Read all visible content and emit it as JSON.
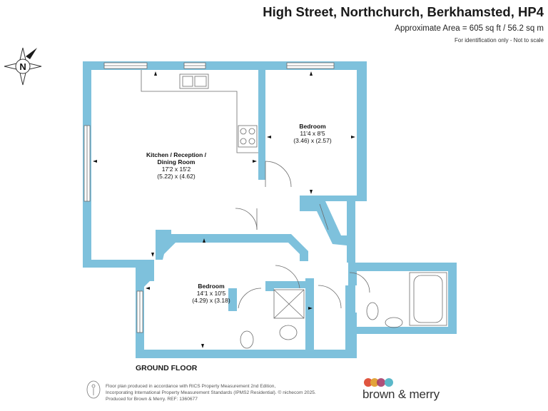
{
  "header": {
    "title": "High Street, Northchurch, Berkhamsted, HP4",
    "area": "Approximate Area = 605 sq ft / 56.2 sq m",
    "note": "For identification only - Not to scale"
  },
  "compass": {
    "letter": "N"
  },
  "rooms": [
    {
      "name_lines": [
        "Kitchen / Reception /",
        "Dining Room"
      ],
      "dims_imperial": "17'2 x 15'2",
      "dims_metric": "(5.22) x (4.62)"
    },
    {
      "name_lines": [
        "Bedroom"
      ],
      "dims_imperial": "11'4 x 8'5",
      "dims_metric": "(3.46) x (2.57)"
    },
    {
      "name_lines": [
        "Bedroom"
      ],
      "dims_imperial": "14'1 x 10'5",
      "dims_metric": "(4.29) x (3.18)"
    }
  ],
  "floor_label": "GROUND FLOOR",
  "footer": {
    "lines": [
      "Floor plan produced in accordance with RICS Property Measurement 2nd Edition,",
      "Incorporating International Property Measurement Standards (IPMS2 Residential).  © nichecom 2025.",
      "Produced for Brown & Merry.    REF: 1360677"
    ]
  },
  "brand": {
    "name": "brown & merry",
    "dot_colors": [
      "#e0553f",
      "#e2a33a",
      "#a63d6a",
      "#5bb8c9"
    ]
  },
  "colors": {
    "wall": "#7ec1dc",
    "line": "#6b6b6b"
  }
}
